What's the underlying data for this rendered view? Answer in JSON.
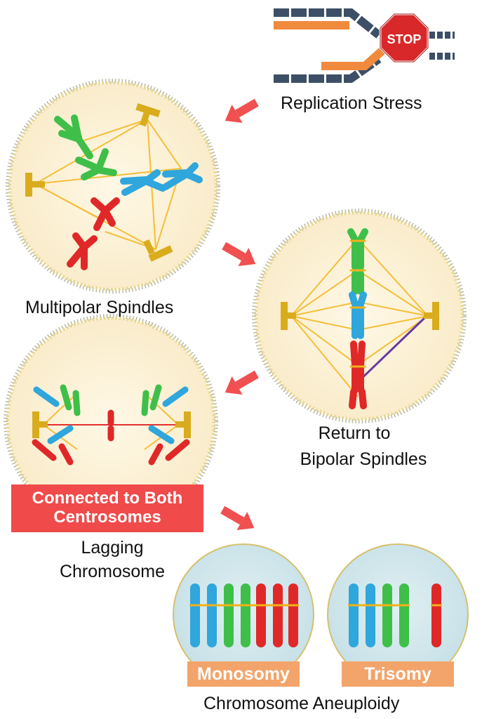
{
  "labels": {
    "replication_stress": "Replication Stress",
    "multipolar_spindles": "Multipolar Spindles",
    "return_to": "Return to",
    "bipolar_spindles": "Bipolar Spindles",
    "connected_line1": "Connected to Both",
    "connected_line2": "Centrosomes",
    "lagging": "Lagging",
    "chromosome": "Chromosome",
    "monosomy": "Monosomy",
    "trisomy": "Trisomy",
    "aneuploidy": "Chromosome Aneuploidy"
  },
  "stop_sign": "STOP",
  "colors": {
    "blue": "#2fa6dc",
    "green": "#3fbf4a",
    "red": "#e02828",
    "orange": "#f08a3c",
    "navy": "#3d4f66",
    "cell_fill": "#fbefd4",
    "spindle": "#f2b21a",
    "centrosome": "#d9ac1e",
    "daughter_fill": "#cfe6ec",
    "arrow": "#f05050",
    "banner": "#f04a4a",
    "tag": "#f3a46a"
  },
  "icons": [
    "stop-sign-icon",
    "replication-fork-icon",
    "arrow-icon",
    "membrane-icon",
    "centrosome-icon",
    "chromosome-icon"
  ]
}
